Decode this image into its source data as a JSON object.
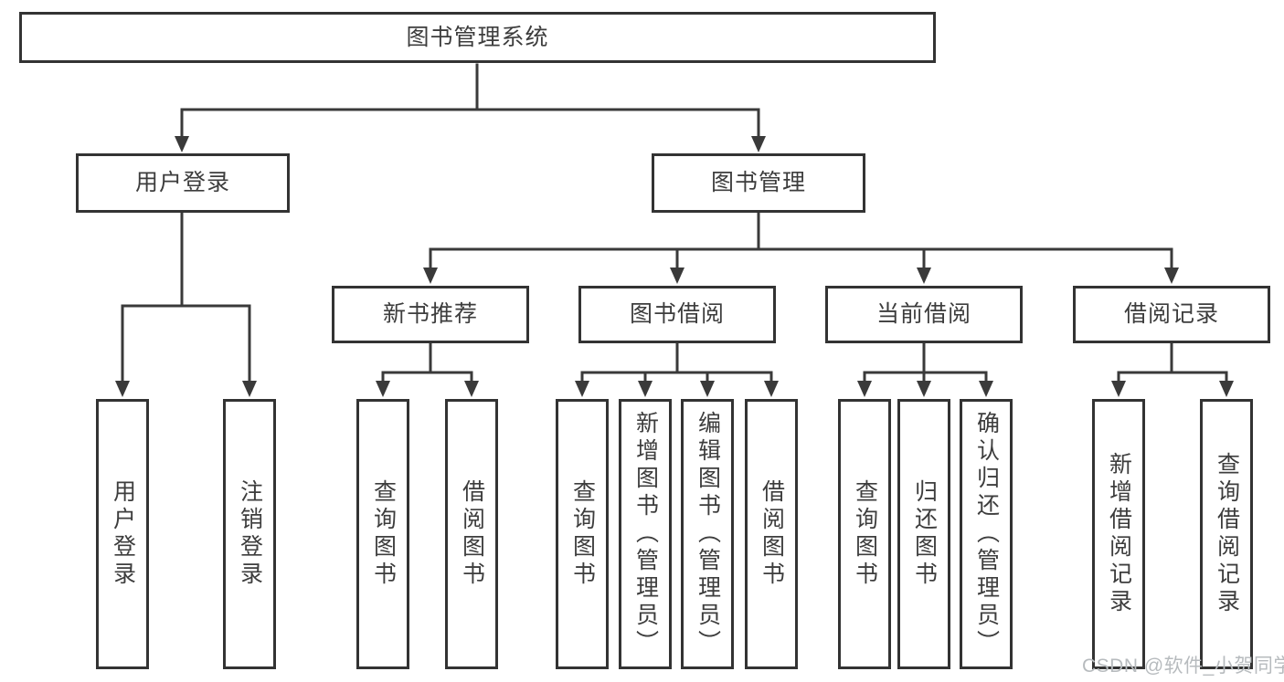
{
  "tree": {
    "label": "图书管理系统",
    "children": [
      {
        "label": "用户登录",
        "children": [
          {
            "label": "用户登录"
          },
          {
            "label": "注销登录"
          }
        ]
      },
      {
        "label": "图书管理",
        "children": [
          {
            "label": "新书推荐",
            "children": [
              {
                "label": "查询图书"
              },
              {
                "label": "借阅图书"
              }
            ]
          },
          {
            "label": "图书借阅",
            "children": [
              {
                "label": "查询图书"
              },
              {
                "label": "新增图书（管理员）"
              },
              {
                "label": "编辑图书（管理员）"
              },
              {
                "label": "借阅图书"
              }
            ]
          },
          {
            "label": "当前借阅",
            "children": [
              {
                "label": "查询图书"
              },
              {
                "label": "归还图书"
              },
              {
                "label": "确认归还（管理员）"
              }
            ]
          },
          {
            "label": "借阅记录",
            "children": [
              {
                "label": "新增借阅记录"
              },
              {
                "label": "查询借阅记录"
              }
            ]
          }
        ]
      }
    ]
  },
  "watermark": "CSDN @软件_小贺同学",
  "colors": {
    "line": "#3a3a3a",
    "node_border": "#333333",
    "text": "#3d3d3d",
    "watermark": "#b7bbbe",
    "background": "#ffffff"
  }
}
